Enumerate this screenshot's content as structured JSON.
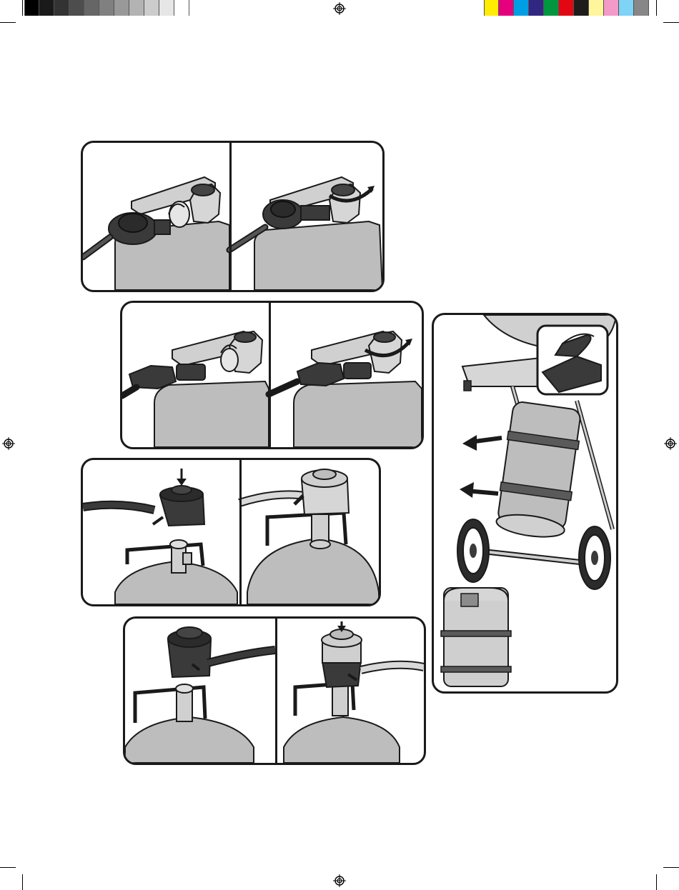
{
  "colors": {
    "grayscale_swatches": [
      "#000000",
      "#1a1a1a",
      "#333333",
      "#4d4d4d",
      "#666666",
      "#808080",
      "#999999",
      "#b3b3b3",
      "#cccccc",
      "#e6e6e6",
      "#ffffff"
    ],
    "process_swatches": [
      "#ffec00",
      "#e6007e",
      "#009fe3",
      "#312783",
      "#009640",
      "#e30613",
      "#1d1d1b",
      "#fff59b",
      "#f39ac8",
      "#7fd3f7",
      "#878787"
    ],
    "outline": "#1a1a1a",
    "cylinder_fill": "#bdbdbd",
    "regulator_fill": "#3a3a3a",
    "hose_light": "#d9d9d9",
    "strap_fill": "#5a5a5a"
  },
  "icons": {
    "registration": "crosshair-target-icon",
    "arrow": "push-arrow-icon",
    "rotate": "rotate-arrow-icon"
  },
  "figures": [
    {
      "id": "screw-regulator-horizontal",
      "steps": [
        "align",
        "tighten"
      ]
    },
    {
      "id": "screw-regulator-angled",
      "steps": [
        "align",
        "tighten"
      ]
    },
    {
      "id": "clip-on-regulator-large",
      "steps": [
        "press-down",
        "attached"
      ]
    },
    {
      "id": "clip-on-regulator-small",
      "steps": [
        "press-down",
        "attached"
      ]
    },
    {
      "id": "cylinder-strap-on-cart",
      "steps": [
        "strap-cylinder",
        "velcro-detail",
        "strap-positions"
      ]
    }
  ]
}
